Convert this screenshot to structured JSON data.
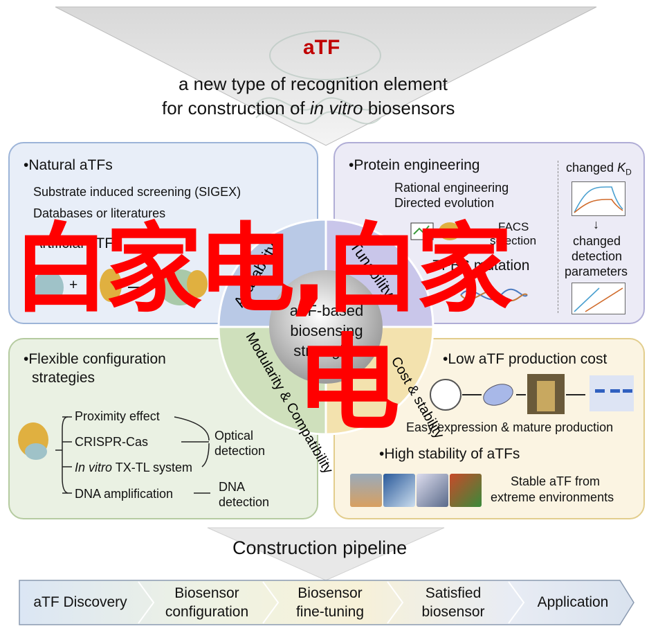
{
  "top": {
    "title": "aTF",
    "subtitle_line1": "a new type of recognition element",
    "subtitle_line2_prefix": "for construction of ",
    "subtitle_line2_italic": "in vitro",
    "subtitle_line2_suffix": " biosensors"
  },
  "panel_tl": {
    "heading": "•Natural aTFs",
    "item1": "Substrate induced screening (SIGEX)",
    "item2": "Databases or literatures",
    "heading2": "•Artificial aTFs",
    "plus": "+"
  },
  "panel_tr": {
    "heading": "•Protein engineering",
    "item1": "Rational engineering",
    "item2": "Directed evolution",
    "facs_line1": "FACS",
    "facs_line2": "selection",
    "heading2": "•TFBS mutation",
    "kd_label_prefix": "changed ",
    "kd_label_symbol": "K",
    "kd_label_sub": "D",
    "arrow": "↓",
    "changed_params_1": "changed",
    "changed_params_2": "detection",
    "changed_params_3": "parameters"
  },
  "panel_bl": {
    "heading_line1": "•Flexible configuration",
    "heading_line2": "strategies",
    "branch1": "Proximity effect",
    "branch2": "CRISPR-Cas",
    "branch3_italic": "In vitro",
    "branch3_rest": " TX-TL system",
    "branch4": "DNA amplification",
    "optical_1": "Optical",
    "optical_2": "detection",
    "dna_1": "DNA",
    "dna_2": "detection"
  },
  "panel_br": {
    "heading": "•Low aTF production cost",
    "caption1": "Easy expression & mature production",
    "heading2": "•High stability of aTFs",
    "caption2_line1": "Stable aTF from",
    "caption2_line2": "extreme environments"
  },
  "center": {
    "line1": "aTF-based",
    "line2": "biosensing",
    "line3": "strategies",
    "seg_tl": "Availability",
    "seg_tr": "Tunability",
    "seg_bl": "Modularity & Compatibility",
    "seg_br": "Cost & stability"
  },
  "pipeline": {
    "title": "Construction pipeline",
    "steps": [
      "aTF Discovery",
      "Biosensor configuration",
      "Biosensor fine-tuning",
      "Satisfied biosensor",
      "Application"
    ],
    "step2_l1": "Biosensor",
    "step2_l2": "configuration",
    "step3_l1": "Biosensor",
    "step3_l2": "fine-tuning",
    "step4_l1": "Satisfied",
    "step4_l2": "biosensor"
  },
  "overlay": {
    "line1": "白家电,白家",
    "line2": "电"
  },
  "colors": {
    "accent_red": "#c00000",
    "overlay_red": "#ff0000",
    "tl_ring": "#b9c9e6",
    "tr_ring": "#c9c6ea",
    "bl_ring": "#cfe0bc",
    "br_ring": "#f3e2ae"
  }
}
